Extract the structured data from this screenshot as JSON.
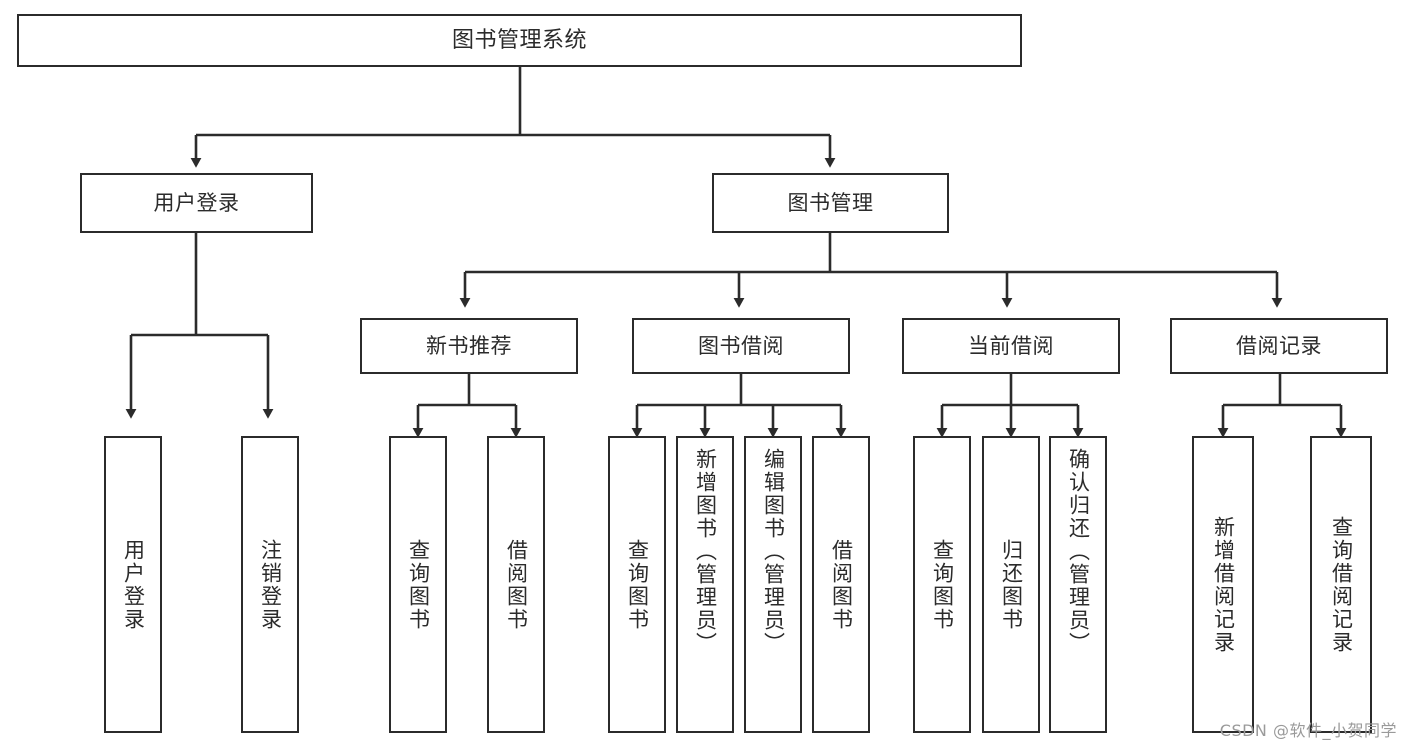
{
  "diagram": {
    "title": "图书管理系统",
    "type": "tree-hierarchy",
    "watermark": "CSDN @软件_小贺同学",
    "line_color": "#2b2b2b",
    "box_fill": "#ffffff",
    "text_color": "#2b2b2b",
    "root": {
      "label": "图书管理系统"
    },
    "level1": [
      {
        "label": "用户登录"
      },
      {
        "label": "图书管理"
      }
    ],
    "level2": [
      {
        "label": "新书推荐"
      },
      {
        "label": "图书借阅"
      },
      {
        "label": "当前借阅"
      },
      {
        "label": "借阅记录"
      }
    ],
    "leaves": {
      "user_login": [
        {
          "label": "用户登录"
        },
        {
          "label": "注销登录"
        }
      ],
      "new_book_recommend": [
        {
          "label": "查询图书"
        },
        {
          "label": "借阅图书"
        }
      ],
      "book_borrow": [
        {
          "label": "查询图书"
        },
        {
          "label": "新增图书（管理员）"
        },
        {
          "label": "编辑图书（管理员）"
        },
        {
          "label": "借阅图书"
        }
      ],
      "current_borrow": [
        {
          "label": "查询图书"
        },
        {
          "label": "归还图书"
        },
        {
          "label": "确认归还（管理员）"
        }
      ],
      "borrow_record": [
        {
          "label": "新增借阅记录"
        },
        {
          "label": "查询借阅记录"
        }
      ]
    }
  }
}
